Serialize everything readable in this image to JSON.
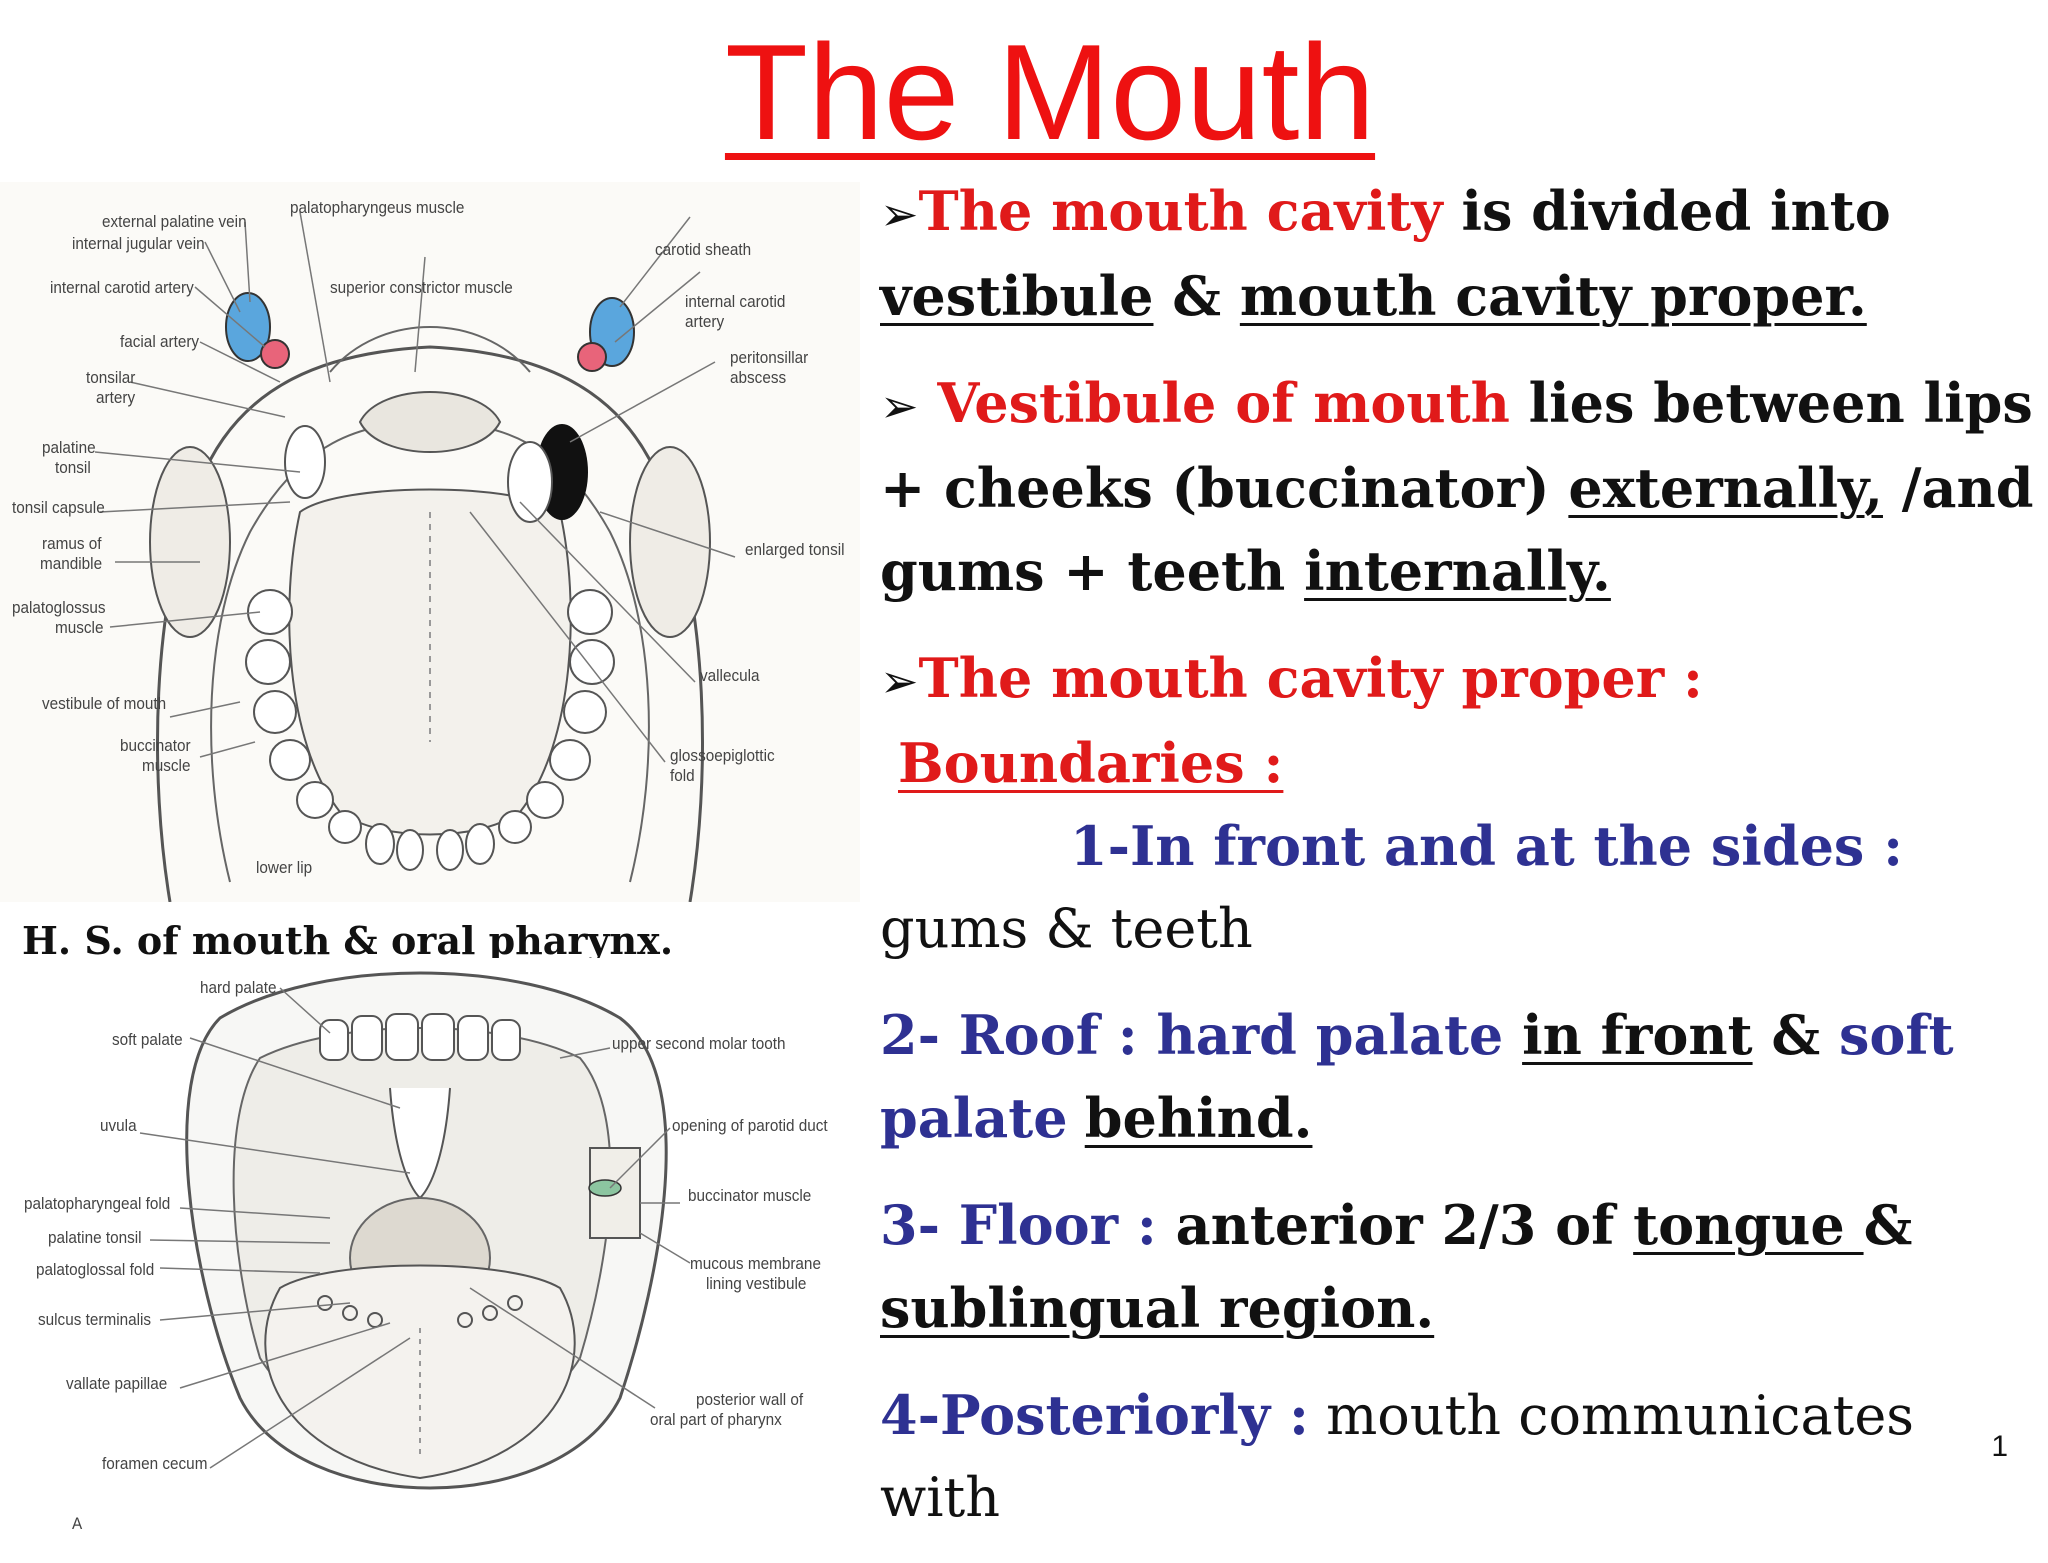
{
  "title": "The Mouth",
  "caption": "H. S. of mouth & oral pharynx.",
  "page_number": "1",
  "figure1": {
    "labels": [
      "external palatine vein",
      "internal jugular vein",
      "internal carotid artery",
      "facial artery",
      "tonsilar",
      "artery",
      "palatine",
      "tonsil",
      "tonsil capsule",
      "ramus of",
      "mandible",
      "palatoglossus",
      "muscle",
      "vestibule of mouth",
      "buccinator",
      "muscle",
      "lower lip",
      "palatopharyngeus muscle",
      "superior constrictor muscle",
      "carotid sheath",
      "internal carotid",
      "artery",
      "peritonsillar",
      "abscess",
      "enlarged tonsil",
      "vallecula",
      "glossoepiglottic",
      "fold"
    ]
  },
  "figure2": {
    "labels": [
      "hard palate",
      "soft palate",
      "uvula",
      "palatopharyngeal fold",
      "palatine tonsil",
      "palatoglossal fold",
      "sulcus terminalis",
      "vallate papillae",
      "foramen cecum",
      "upper second molar tooth",
      "opening of parotid duct",
      "buccinator muscle",
      "mucous membrane",
      "lining vestibule",
      "posterior wall of",
      "oral part of pharynx",
      "A"
    ]
  },
  "text": {
    "p1": {
      "arrow": "➢",
      "red": "The mouth cavity",
      "a": " is divided into",
      "u1": "vestibule",
      "b": " &  ",
      "u2": "mouth cavity proper."
    },
    "p2": {
      "arrow": "➢",
      "red": " Vestibule of mouth",
      "a": "  lies between lips + cheeks (buccinator) ",
      "u1": "externally,",
      "b": " /and gums + teeth ",
      "u2": "internally."
    },
    "p3": {
      "arrow": "➢",
      "red": "The mouth cavity proper :",
      "boundaries": "Boundaries :",
      "item1_label": "1-In front and at the sides :",
      "item1_text": " gums & teeth"
    },
    "p4": {
      "label": "2- Roof :",
      "a": "  hard palate  ",
      "u1": "in front",
      "b": " &  ",
      "c": "soft palate",
      "d": "  ",
      "u2": "behind."
    },
    "p5": {
      "label": "3- Floor :",
      "a": " anterior 2/3 of ",
      "u1": "tongue ",
      "b": "&",
      "u2": "sublingual region."
    },
    "p6": {
      "label": "4-Posteriorly :",
      "a": " mouth communicates with"
    }
  }
}
